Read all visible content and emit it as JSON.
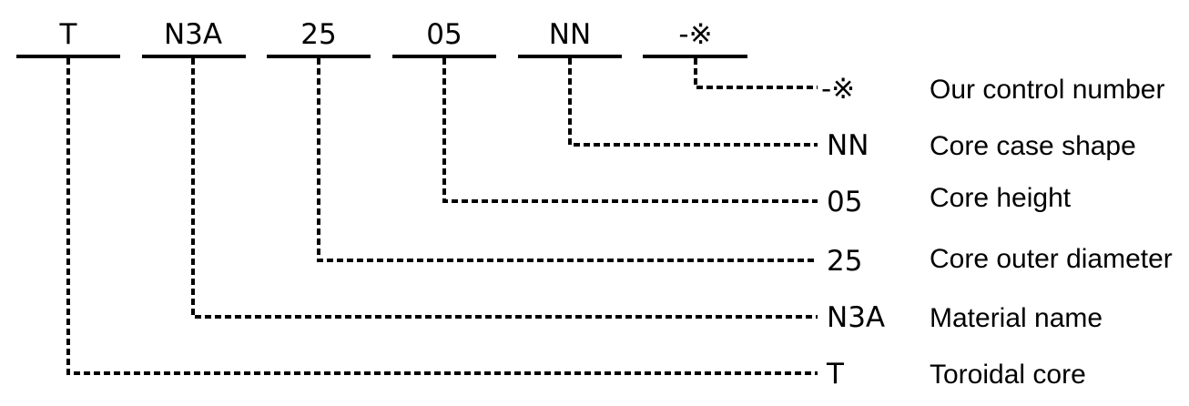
{
  "segments": [
    {
      "code": "T",
      "key_code": "T",
      "description": "Toroidal core"
    },
    {
      "code": "N3A",
      "key_code": "N3A",
      "description": "Material name"
    },
    {
      "code": "25",
      "key_code": "25",
      "description": "Core outer diameter"
    },
    {
      "code": "05",
      "key_code": "05",
      "description": "Core height"
    },
    {
      "code": "NN",
      "key_code": "NN",
      "description": "Core case shape"
    },
    {
      "code": "-※",
      "key_code": "-※",
      "description": "Our control number"
    }
  ],
  "colors": {
    "ink": "#000000",
    "background": "#ffffff"
  }
}
